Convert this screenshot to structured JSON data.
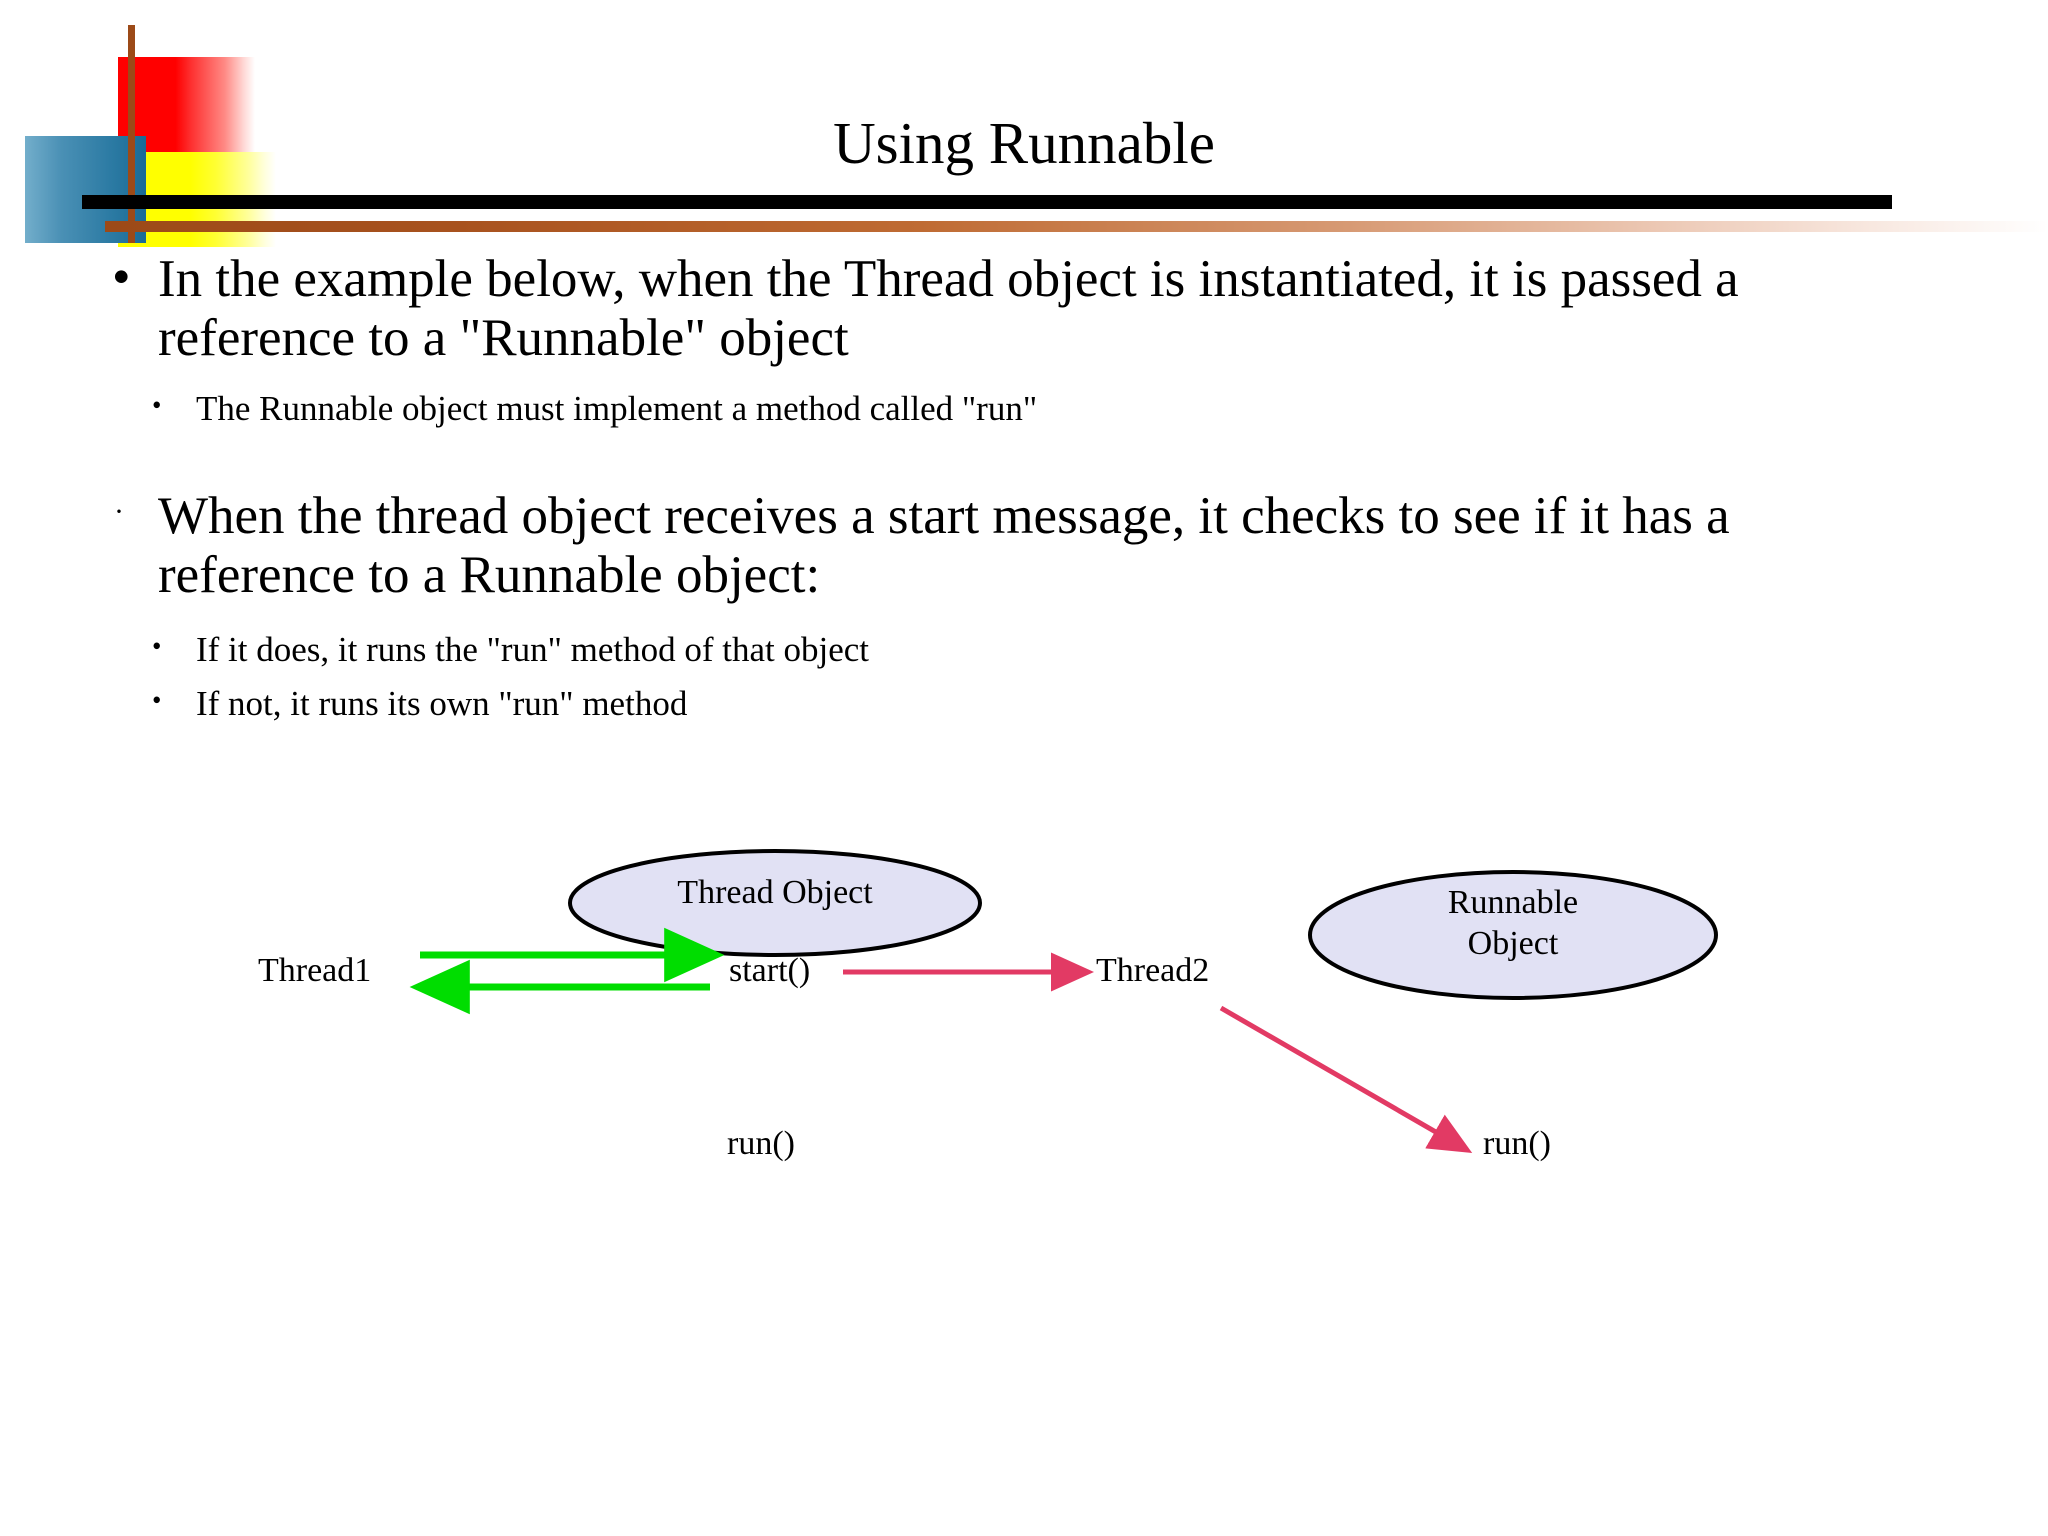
{
  "slide": {
    "title": "Using Runnable",
    "bullets": [
      {
        "level": 1,
        "marker": "•",
        "text": "In the example below, when the Thread object is instantiated, it is passed a reference to a \"Runnable\" object"
      },
      {
        "level": 2,
        "marker": "•",
        "text": "The Runnable object must implement a method called \"run\""
      },
      {
        "level": 1,
        "marker": "·",
        "text": "When the thread object receives a start message, it checks to see if it has a reference to a Runnable object:"
      },
      {
        "level": 2,
        "marker": "•",
        "text": "If it does, it runs the \"run\" method of that object"
      },
      {
        "level": 2,
        "marker": "•",
        "text": "If not, it runs its own \"run\" method"
      }
    ]
  },
  "diagram": {
    "thread_object_ellipse": "Thread Object",
    "runnable_object_ellipse": "Runnable\nObject",
    "thread1_label": "Thread1",
    "start_label": "start()",
    "thread2_label": "Thread2",
    "run_label_left": "run()",
    "run_label_right": "run()",
    "colors": {
      "ellipse_fill": "#E1E1F4",
      "ellipse_stroke": "#000000",
      "green_arrow": "#00DD00",
      "pink_arrow": "#E23A64"
    }
  },
  "decor": {
    "red_square": "red-square",
    "yellow_square": "yellow-square",
    "blue_square": "blue-square",
    "vertical_line": "vertical-brown-line",
    "black_bar": "black-horizontal-bar",
    "brown_bar": "brown-horizontal-bar",
    "colors": {
      "red": "#FF0000",
      "yellow": "#FFFF00",
      "blue": "#2B7AA3",
      "brown": "#9C4A18",
      "black": "#000000"
    }
  }
}
